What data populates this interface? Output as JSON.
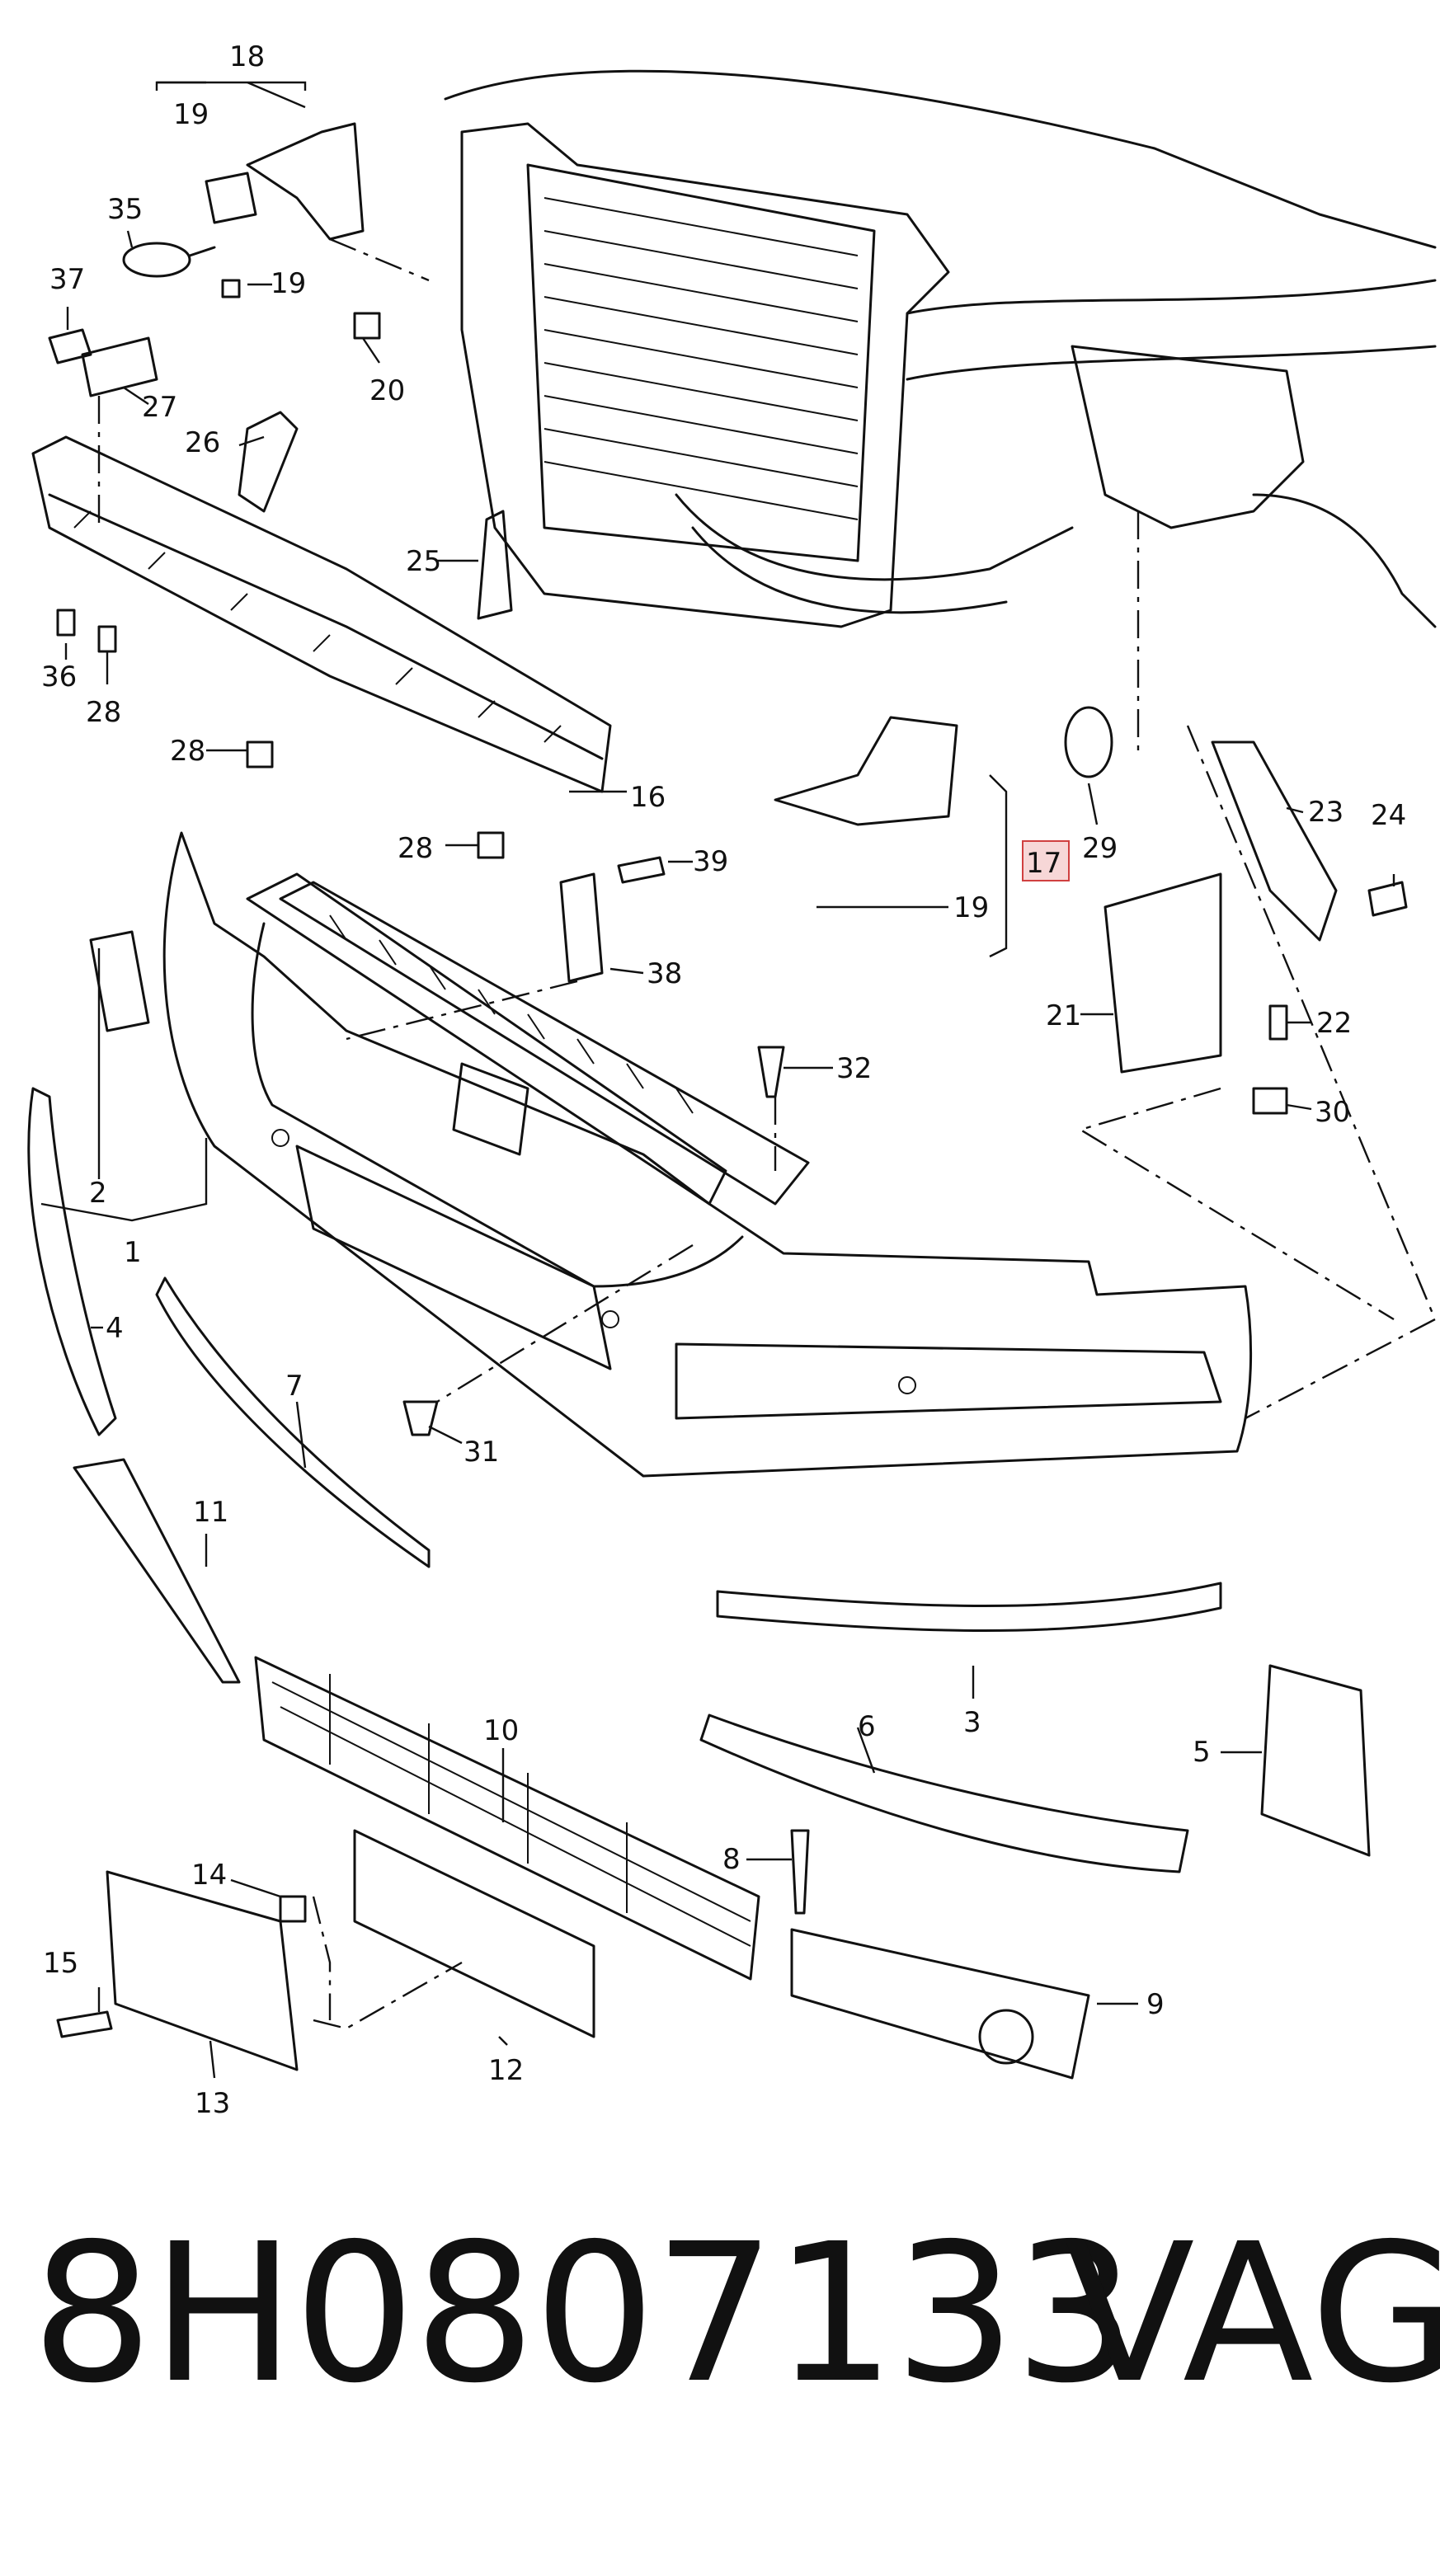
{
  "diagram": {
    "callouts": {
      "c1": "1",
      "c2": "2",
      "c3": "3",
      "c4": "4",
      "c5": "5",
      "c6": "6",
      "c7": "7",
      "c8": "8",
      "c9": "9",
      "c10": "10",
      "c11": "11",
      "c12": "12",
      "c13": "13",
      "c14": "14",
      "c15": "15",
      "c16": "16",
      "c17": "17",
      "c18": "18",
      "c19a": "19",
      "c19b": "19",
      "c19c": "19",
      "c20": "20",
      "c21": "21",
      "c22": "22",
      "c23": "23",
      "c24": "24",
      "c25": "25",
      "c26": "26",
      "c27": "27",
      "c28a": "28",
      "c28b": "28",
      "c28c": "28",
      "c29": "29",
      "c30": "30",
      "c31": "31",
      "c32": "32",
      "c35": "35",
      "c36": "36",
      "c37": "37",
      "c38": "38",
      "c39": "39"
    },
    "highlight_color": "#d04040"
  },
  "footer": {
    "part_number": "8H0807133",
    "brand": "VAG"
  }
}
